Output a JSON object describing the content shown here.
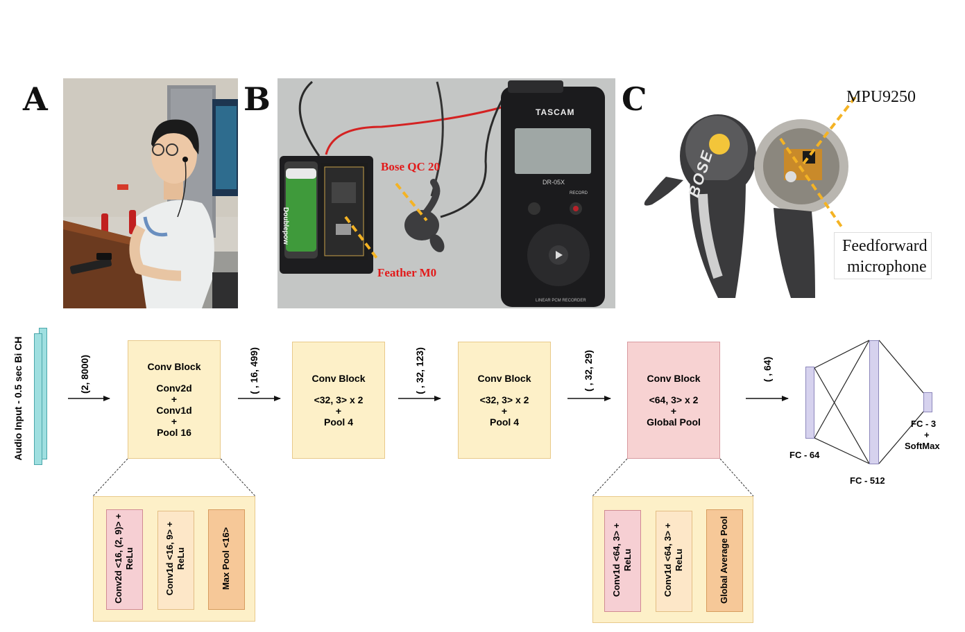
{
  "panels": {
    "a": {
      "letter": "A"
    },
    "b": {
      "letter": "B",
      "labels": {
        "bose": "Bose QC 20",
        "feather": "Feather M0",
        "tascam": "TASCAM",
        "model": "DR-05X",
        "battery": "Doublepow",
        "recorder_caption": "LINEAR PCM RECORDER",
        "record_btn": "RECORD"
      }
    },
    "c": {
      "letter": "C",
      "labels": {
        "mpu": "MPU9250",
        "mic_line1": "Feedforward",
        "mic_line2": "microphone",
        "brand": "BOSE"
      }
    }
  },
  "colors": {
    "input_bar": "#9fdfe0",
    "block_yellow": "#fdf0c8",
    "block_yellow_border": "#e8c98a",
    "block_pink": "#f7d2d2",
    "block_pink_border": "#d89aa0",
    "sub_pink": "#f6cfd3",
    "sub_light": "#fde7c8",
    "sub_orange": "#f6c898",
    "fc_bar": "#d6d2ee",
    "fc_border": "#8c87bb",
    "dash_orange": "#f4b324",
    "photo_red": "#e21a1a"
  },
  "network": {
    "input_label": "Audio Input - 0.5 sec Bi CH",
    "shapes": [
      "(2, 8000)",
      "( , 16, 499)",
      "( , 32, 123)",
      "( , 32, 29)",
      "( , 64)"
    ],
    "blocks": [
      {
        "title": "Conv Block",
        "lines": [
          "Conv2d",
          "+",
          "Conv1d",
          "+",
          "Pool 16"
        ]
      },
      {
        "title": "Conv Block",
        "lines": [
          "<32, 3> x 2",
          "+",
          "Pool 4"
        ]
      },
      {
        "title": "Conv Block",
        "lines": [
          "<32, 3> x 2",
          "+",
          "Pool 4"
        ]
      },
      {
        "title": "Conv Block",
        "lines": [
          "<64, 3> x 2",
          "+",
          "Global Pool"
        ]
      }
    ],
    "fc": {
      "fc64": "FC - 64",
      "fc512": "FC - 512",
      "fc3_line1": "FC - 3",
      "fc3_plus": "+",
      "fc3_line2": "SoftMax"
    },
    "detail1": [
      {
        "line1": "Conv2d <16, (2, 9)> +",
        "line2": "ReLu"
      },
      {
        "line1": "Conv1d <16, 9> +",
        "line2": "ReLu"
      },
      {
        "line1": "Max Pool <16>",
        "line2": ""
      }
    ],
    "detail2": [
      {
        "line1": "Conv1d <64, 3> +",
        "line2": "ReLu"
      },
      {
        "line1": "Conv1d <64, 3> +",
        "line2": "ReLu"
      },
      {
        "line1": "Global Average Pool",
        "line2": ""
      }
    ]
  }
}
